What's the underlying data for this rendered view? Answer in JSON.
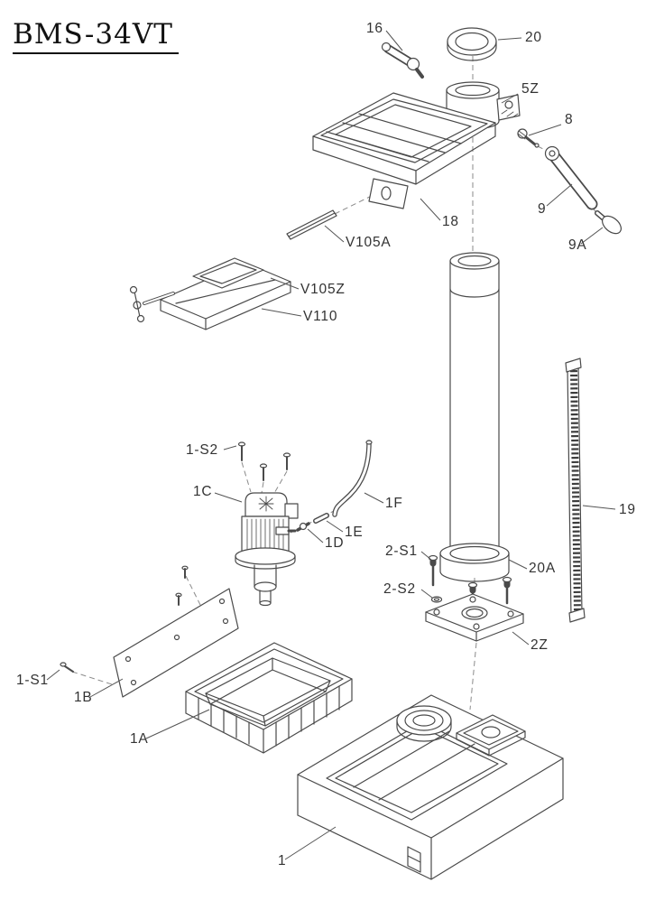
{
  "title": "BMS-34VT",
  "diagram": {
    "type": "exploded-parts-diagram",
    "product": "BMS-34VT",
    "colors": {
      "line": "#4a4a4a",
      "label": "#333333",
      "background": "#ffffff",
      "rack": "#3d3d3d"
    },
    "labels": {
      "handle_16": "16",
      "ring_20": "20",
      "support_5z": "5Z",
      "bolt_8": "8",
      "arm_9": "9",
      "knob_9a": "9A",
      "table_18": "18",
      "v105a": "V105A",
      "v105z": "V105Z",
      "v110": "V110",
      "rack_19": "19",
      "screws_1s2": "1-S2",
      "motor_1c": "1C",
      "tube_1f": "1F",
      "fitting_1e": "1E",
      "fitting_1d": "1D",
      "bolts_2s1": "2-S1",
      "washer_2s2": "2-S2",
      "collar_20a": "20A",
      "flange_2z": "2Z",
      "screw_1s1": "1-S1",
      "panel_1b": "1B",
      "tray_1a": "1A",
      "base_1": "1"
    }
  }
}
